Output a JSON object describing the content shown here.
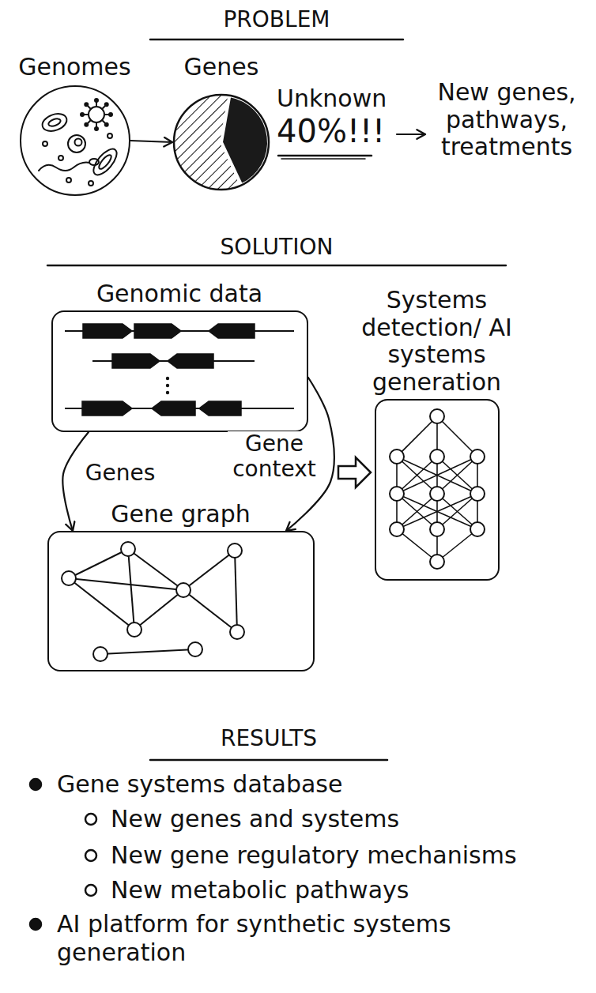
{
  "diagram": {
    "nodes": [
      {
        "text": [
          "Genomes"
        ]
      },
      {
        "text": [
          "Genes"
        ]
      },
      {
        "text": [
          "Unknown",
          "40%!!!"
        ]
      },
      {
        "text": [
          "New genes, pathways, treatments"
        ]
      },
      {
        "text": [
          "Genomic data"
        ]
      },
      {
        "text": [
          "Systems detection/ AI systems generation"
        ]
      },
      {
        "text": [
          "Gene graph"
        ]
      }
    ],
    "edges": [
      {
        "from": 0,
        "to": 1,
        "arrow": "to"
      },
      {
        "from": 2,
        "to": 3,
        "arrow": "to"
      },
      {
        "from": 4,
        "to": 6,
        "label": "Genes",
        "arrow": "to"
      },
      {
        "from": 4,
        "to": 6,
        "label": "Gene context",
        "arrow": "to"
      }
    ],
    "labels": [
      "PROBLEM",
      "SOLUTION",
      "RESULTS",
      "Gene systems database",
      "New genes and systems",
      "New gene regulatory mechanisms",
      "New metabolic pathways",
      "AI platform for synthetic systems generation"
    ]
  }
}
